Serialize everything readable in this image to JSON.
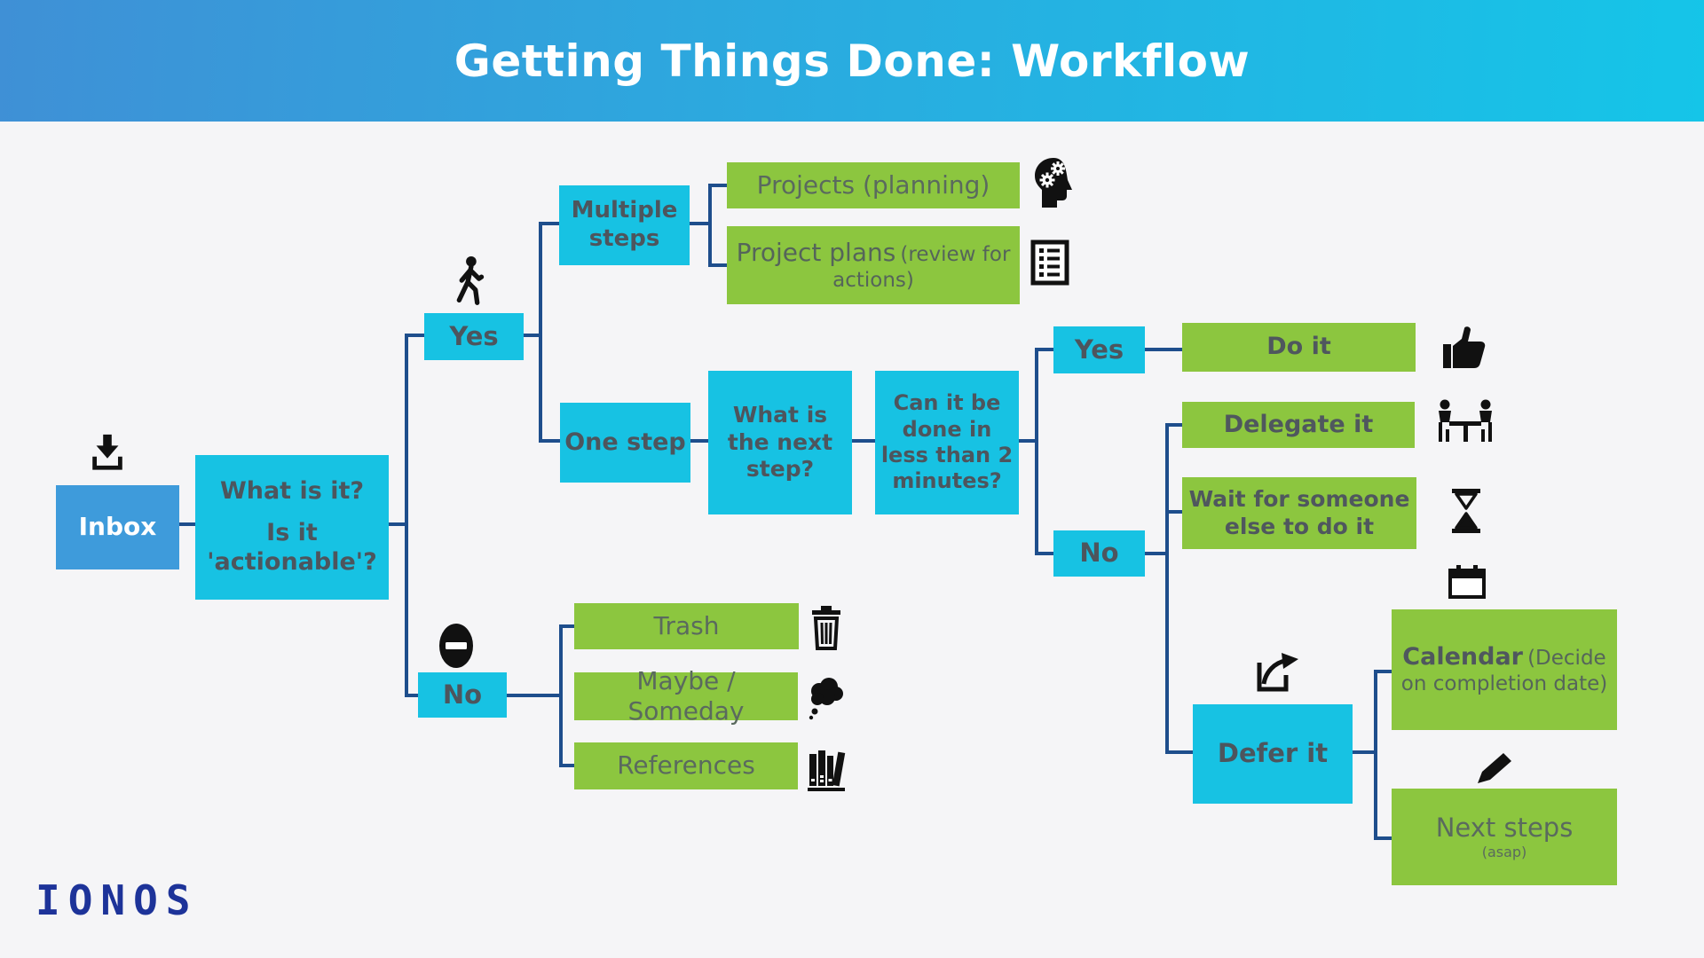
{
  "header": {
    "title": "Getting Things Done: Workflow"
  },
  "logo": {
    "text": "IONOS"
  },
  "palette": {
    "header_gradient_left": "#3F90D6",
    "header_gradient_right": "#15C5E8",
    "cyan_box": "#17C2E3",
    "blue_box": "#3E9BDB",
    "green_box": "#8CC63F",
    "connector_line": "#1E4E8C",
    "box_text_dark": "#4D555D",
    "green_text": "#5A6A5E",
    "logo_blue": "#1D3399",
    "background": "#F5F5F7"
  },
  "nodes": {
    "inbox": {
      "label": "Inbox"
    },
    "what_is_it": {
      "line1": "What is it?",
      "line2": "Is it 'actionable'?"
    },
    "yes_top": {
      "label": "Yes"
    },
    "multiple_steps": {
      "label": "Multiple steps"
    },
    "projects": {
      "label": "Projects (planning)"
    },
    "project_plans": {
      "main": "Project plans",
      "sub": "(review for actions)"
    },
    "one_step": {
      "label": "One step"
    },
    "next_step": {
      "label": "What is the next step?"
    },
    "two_minutes": {
      "label": "Can it be done in less than 2 minutes?"
    },
    "yes_right": {
      "label": "Yes"
    },
    "do_it": {
      "label": "Do it"
    },
    "no_right": {
      "label": "No"
    },
    "delegate": {
      "label": "Delegate it"
    },
    "wait": {
      "label": "Wait for someone else to do it"
    },
    "defer": {
      "label": "Defer it"
    },
    "calendar": {
      "main": "Calendar",
      "sub": "(Decide on completion date)"
    },
    "next_steps": {
      "main": "Next steps",
      "sub": "(asap)"
    },
    "no_bottom": {
      "label": "No"
    },
    "trash": {
      "label": "Trash"
    },
    "maybe": {
      "label": "Maybe / Someday"
    },
    "references": {
      "label": "References"
    }
  },
  "icons": {
    "download": "inbox tray with down arrow",
    "walking_person": "walking figure",
    "minus_circle": "black circle with minus bar",
    "head_gears": "head silhouette with gears",
    "checklist": "document checklist",
    "thumbs_up": "thumbs up hand",
    "delegate_people": "two people at a table",
    "hourglass": "hourglass",
    "calendar": "calendar page",
    "share": "box with outgoing arrow",
    "pencil": "pencil",
    "trash_can": "trash can",
    "thought_cloud": "thought bubble",
    "books": "books on shelf"
  }
}
